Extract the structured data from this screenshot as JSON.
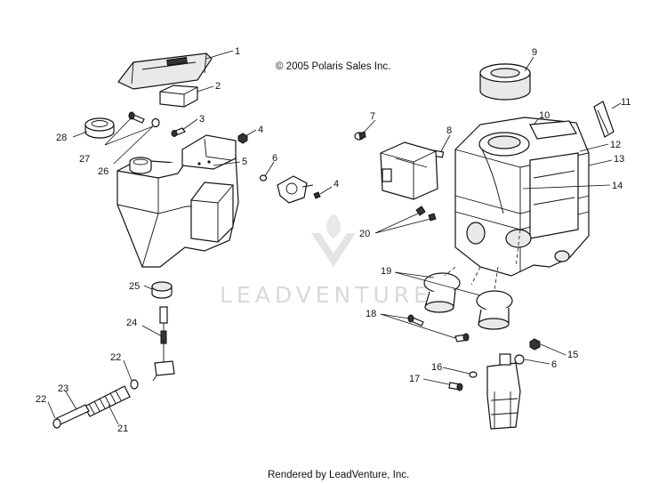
{
  "copyright": "© 2005 Polaris Sales Inc.",
  "footer": "Rendered by LeadVenture, Inc.",
  "watermark": "LEADVENTURE",
  "callouts": {
    "c1": "1",
    "c2": "2",
    "c3": "3",
    "c4a": "4",
    "c4b": "4",
    "c5": "5",
    "c6a": "6",
    "c6b": "6",
    "c7": "7",
    "c8": "8",
    "c9": "9",
    "c10": "10",
    "c11": "11",
    "c12": "12",
    "c13": "13",
    "c14": "14",
    "c15": "15",
    "c16": "16",
    "c17": "17",
    "c18": "18",
    "c19": "19",
    "c20": "20",
    "c21": "21",
    "c22a": "22",
    "c22b": "22",
    "c23": "23",
    "c24": "24",
    "c25": "25",
    "c26": "26",
    "c27": "27",
    "c28": "28"
  }
}
